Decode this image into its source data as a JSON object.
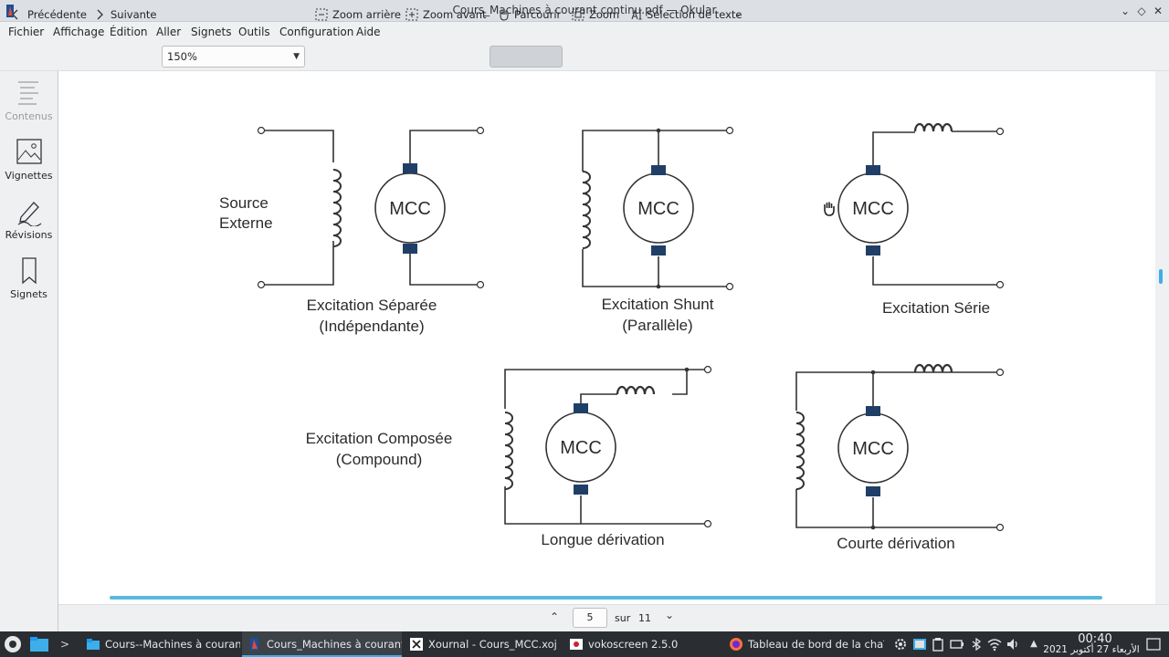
{
  "window": {
    "title": "Cours_Machines à courant continu.pdf — Okular"
  },
  "menu": [
    "Fichier",
    "Affichage",
    "Édition",
    "Aller",
    "Signets",
    "Outils",
    "Configuration",
    "Aide"
  ],
  "toolbar": {
    "previous": "Précédente",
    "next": "Suivante",
    "zoom_value": "150%",
    "zoom_out": "Zoom arrière",
    "zoom_in": "Zoom avant",
    "browse": "Parcourir",
    "zoom": "Zoom",
    "text_selection": "Sélection de texte"
  },
  "sidebar": [
    "Contenus",
    "Vignettes",
    "Révisions",
    "Signets"
  ],
  "document": {
    "motor_label": "MCC",
    "source_line1": "Source",
    "source_line2": "Externe",
    "sep_line1": "Excitation Séparée",
    "sep_line2": "(Indépendante)",
    "shunt_line1": "Excitation Shunt",
    "shunt_line2": "(Parallèle)",
    "serie": "Excitation Série",
    "compound_line1": "Excitation Composée",
    "compound_line2": "(Compound)",
    "long": "Longue dérivation",
    "short": "Courte dérivation"
  },
  "pagination": {
    "current": "5",
    "of_label": "sur",
    "total": "11"
  },
  "taskbar": {
    "tasks": [
      "Cours--Machines à courant ...",
      "Cours_Machines à courant c...",
      "Xournal - Cours_MCC.xoj",
      "vokoscreen 2.5.0",
      "Tableau de bord de la chaîn..."
    ],
    "time": "00:40",
    "date": "الأربعاء 27 أكتوبر 2021"
  }
}
